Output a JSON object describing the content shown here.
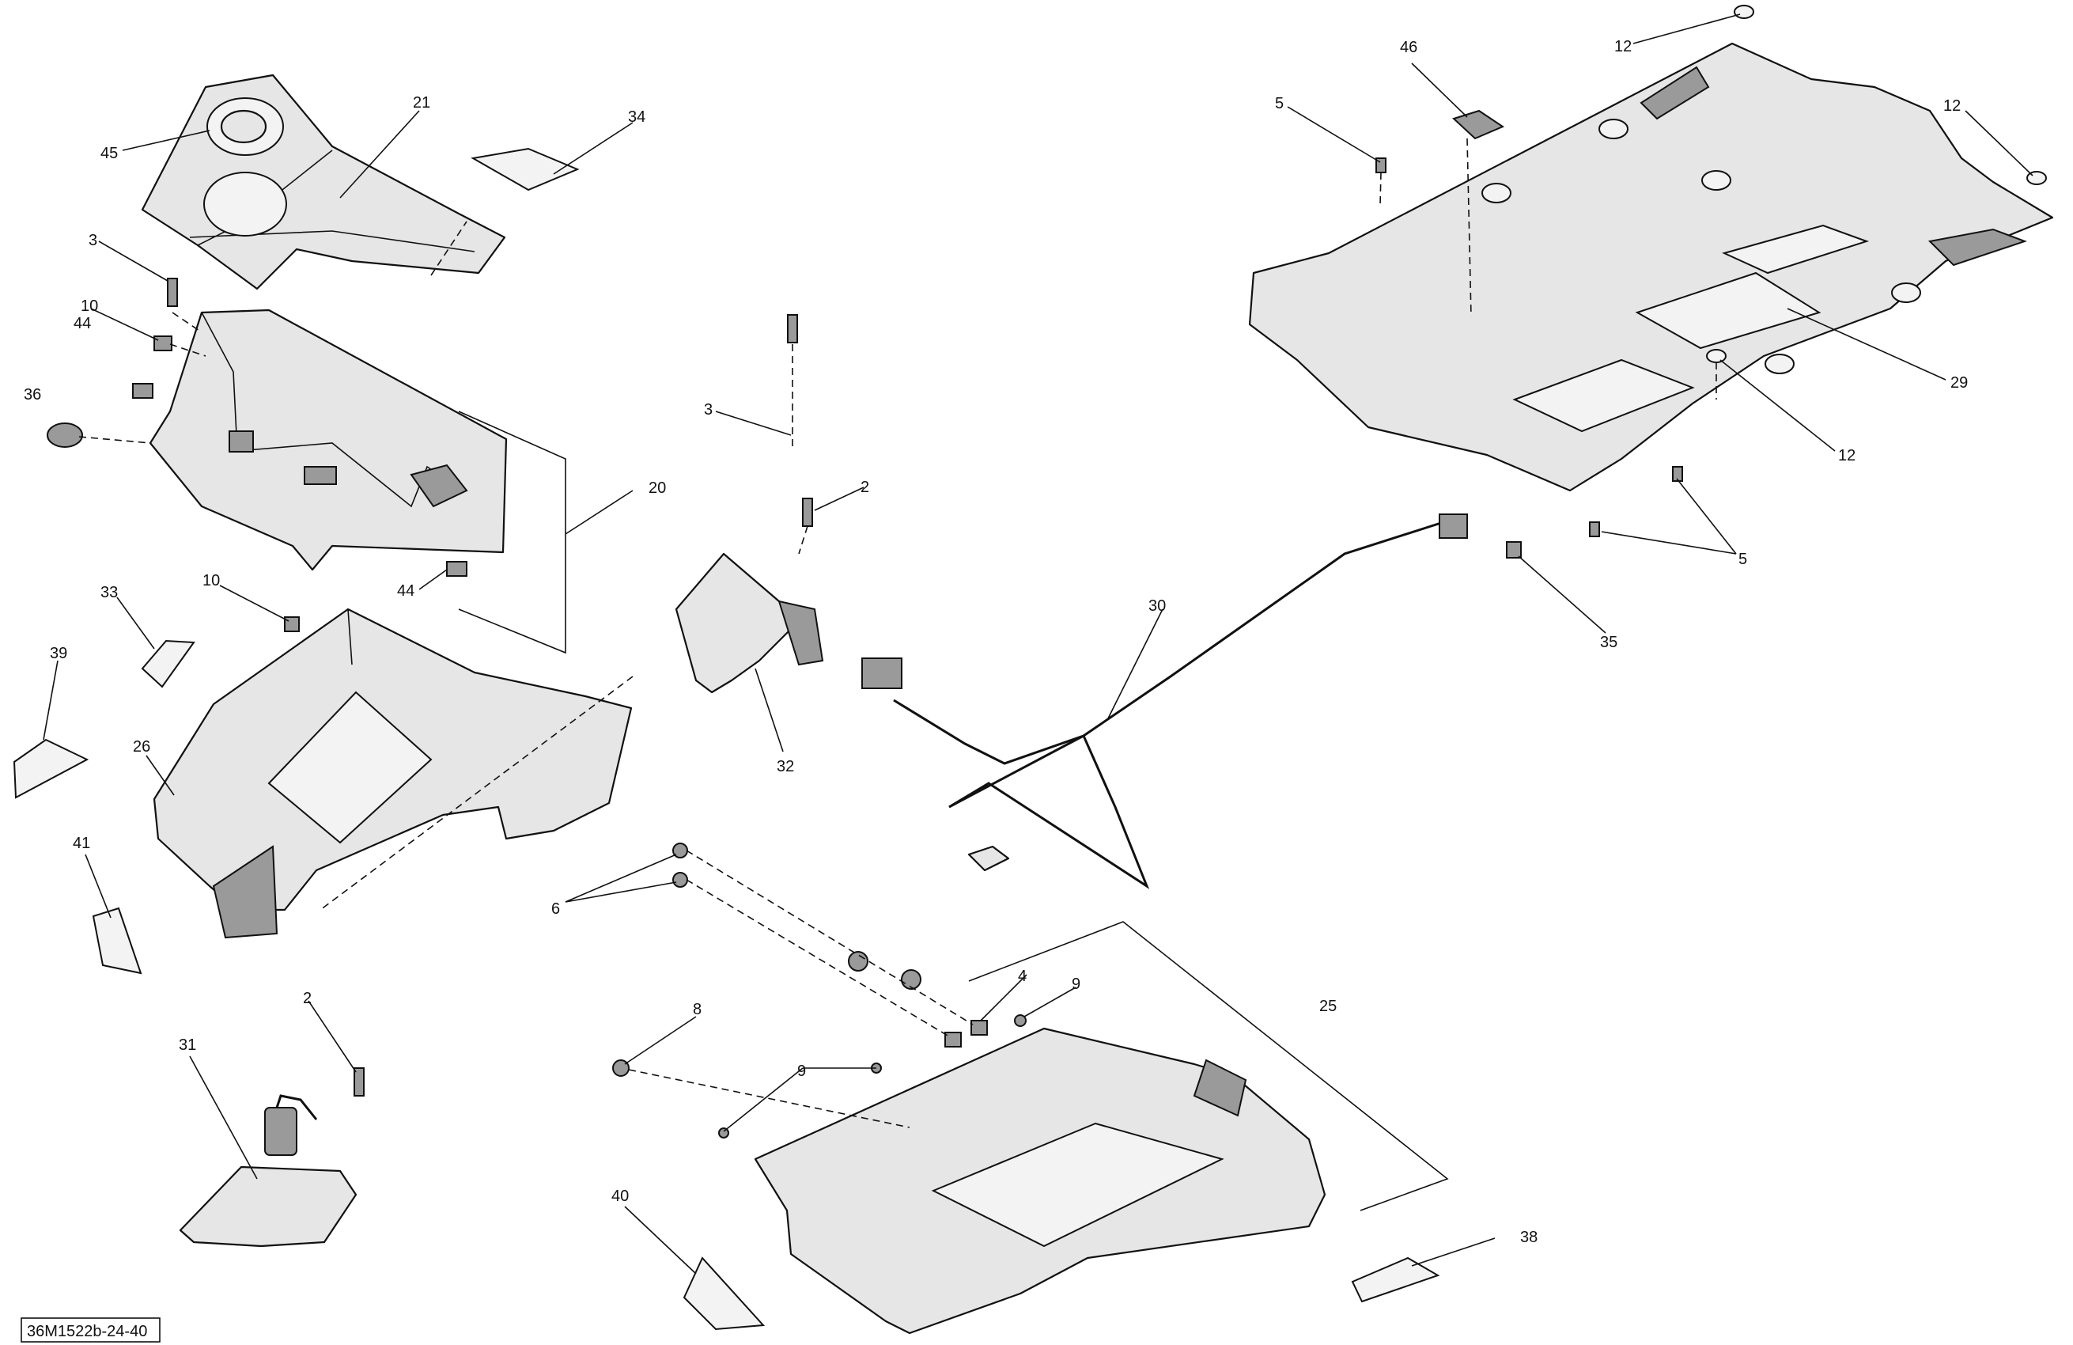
{
  "diagram": {
    "drawing_code": "36M1522b-24-40",
    "callouts": [
      {
        "id": "c21",
        "label": "21"
      },
      {
        "id": "c34",
        "label": "34"
      },
      {
        "id": "c45",
        "label": "45"
      },
      {
        "id": "c3a",
        "label": "3"
      },
      {
        "id": "c10a",
        "label": "10"
      },
      {
        "id": "c44a",
        "label": "44"
      },
      {
        "id": "c36",
        "label": "36"
      },
      {
        "id": "c20",
        "label": "20"
      },
      {
        "id": "c44b",
        "label": "44"
      },
      {
        "id": "c10b",
        "label": "10"
      },
      {
        "id": "c33",
        "label": "33"
      },
      {
        "id": "c39",
        "label": "39"
      },
      {
        "id": "c26",
        "label": "26"
      },
      {
        "id": "c41",
        "label": "41"
      },
      {
        "id": "c2a",
        "label": "2"
      },
      {
        "id": "c31",
        "label": "31"
      },
      {
        "id": "c40",
        "label": "40"
      },
      {
        "id": "c3b",
        "label": "3"
      },
      {
        "id": "c2b",
        "label": "2"
      },
      {
        "id": "c32",
        "label": "32"
      },
      {
        "id": "c6",
        "label": "6"
      },
      {
        "id": "c8",
        "label": "8"
      },
      {
        "id": "c9a",
        "label": "9"
      },
      {
        "id": "c4",
        "label": "4"
      },
      {
        "id": "c9b",
        "label": "9"
      },
      {
        "id": "c25",
        "label": "25"
      },
      {
        "id": "c38",
        "label": "38"
      },
      {
        "id": "c30",
        "label": "30"
      },
      {
        "id": "c46",
        "label": "46"
      },
      {
        "id": "c5a",
        "label": "5"
      },
      {
        "id": "c12a",
        "label": "12"
      },
      {
        "id": "c12b",
        "label": "12"
      },
      {
        "id": "c29",
        "label": "29"
      },
      {
        "id": "c12c",
        "label": "12"
      },
      {
        "id": "c5b",
        "label": "5"
      },
      {
        "id": "c35",
        "label": "35"
      }
    ]
  }
}
